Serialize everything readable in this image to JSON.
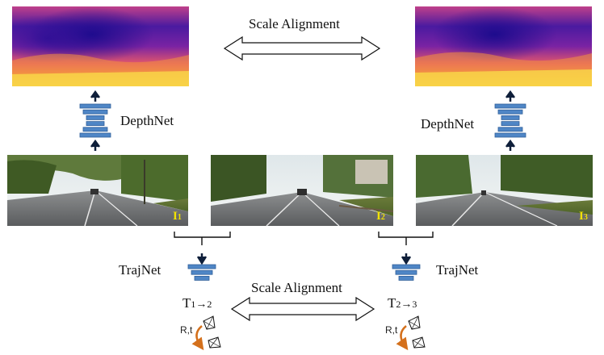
{
  "top_label": "Scale Alignment",
  "bottom_label": "Scale Alignment",
  "depthnet_left": "DepthNet",
  "depthnet_right": "DepthNet",
  "trajnet_left": "TrajNet",
  "trajnet_right": "TrajNet",
  "frames": [
    {
      "tag_letter": "I",
      "tag_sub": "1"
    },
    {
      "tag_letter": "I",
      "tag_sub": "2"
    },
    {
      "tag_letter": "I",
      "tag_sub": "3"
    }
  ],
  "transforms": [
    {
      "letter": "T",
      "from": "1",
      "arrow": "→",
      "to": "2",
      "rt": "R,t"
    },
    {
      "letter": "T",
      "from": "2",
      "arrow": "→",
      "to": "3",
      "rt": "R,t"
    }
  ],
  "colors": {
    "network_block": "#4f86c6",
    "network_block_edge": "#2f5f9a",
    "frame_tag": "#f2e200",
    "arc": "#d4701c",
    "depth_far": "#1a0a8c",
    "depth_mid": "#b4278d",
    "depth_near": "#f8e24a"
  }
}
